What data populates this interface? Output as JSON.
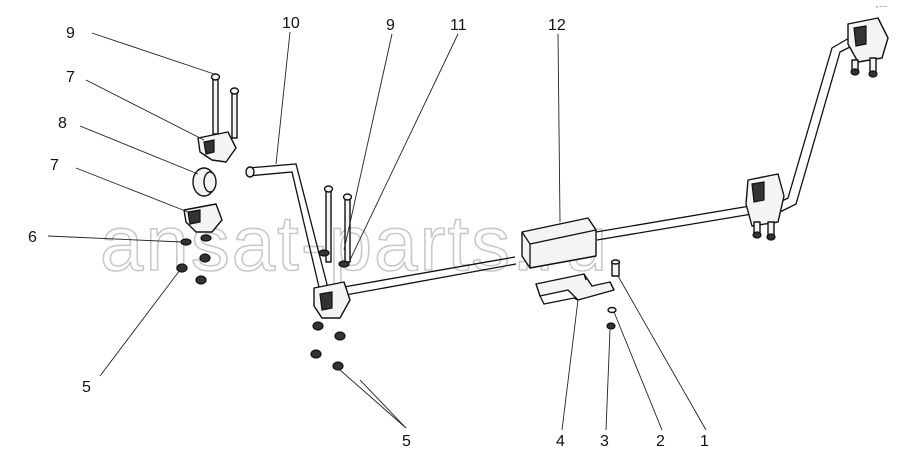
{
  "watermark": "ansat-parts.ru",
  "corner_mark": "ᵖ ⁼⁼⁼",
  "callouts": {
    "c9a": "9",
    "c7a": "7",
    "c8": "8",
    "c7b": "7",
    "c6": "6",
    "c5a": "5",
    "c10": "10",
    "c9b": "9",
    "c11": "11",
    "c12": "12",
    "c5b": "5",
    "c4": "4",
    "c3": "3",
    "c2": "2",
    "c1": "1"
  }
}
